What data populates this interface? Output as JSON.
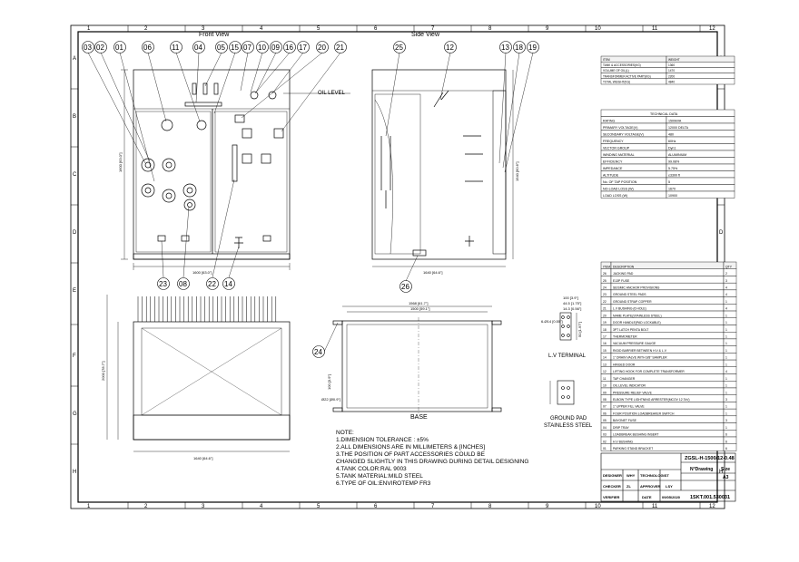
{
  "views": {
    "front": "Front View",
    "side": "Side View",
    "base": "BASE",
    "lv_terminal": "L.V TERMINAL",
    "ground_pad": "GROUND PAD",
    "ground_pad_sub": "STAINLESS STEEL",
    "oil_level": "OIL LEVEL"
  },
  "grid": {
    "cols": [
      "1",
      "2",
      "3",
      "4",
      "5",
      "6",
      "7",
      "8",
      "9",
      "10",
      "11",
      "12"
    ],
    "rows": [
      "A",
      "B",
      "C",
      "D",
      "E",
      "F",
      "G",
      "H"
    ]
  },
  "balloons_front": [
    "03",
    "02",
    "01",
    "06",
    "11",
    "04",
    "05",
    "15",
    "07",
    "10",
    "09",
    "16",
    "17",
    "20",
    "21"
  ],
  "balloons_front_bottom": [
    "23",
    "08",
    "22",
    "14"
  ],
  "balloons_side": [
    "25",
    "12",
    "13",
    "18",
    "19"
  ],
  "balloons_side_bottom": [
    "26"
  ],
  "balloon_base": "24",
  "weight_table": {
    "head": [
      "ITEM",
      "WEIGHT"
    ],
    "rows": [
      [
        "TANK & ACCESSORIES(KG)",
        "1360"
      ],
      [
        "VOLUME OF OIL(L)",
        "1470"
      ],
      [
        "TRANSFORMER ACTIVE PART(KG)",
        "2200"
      ],
      [
        "TOTAL WEIGHT(KG)",
        "4840"
      ]
    ]
  },
  "tech_table": {
    "title": "TECHNICAL DATA",
    "rows": [
      [
        "RATING",
        "1500kVA"
      ],
      [
        "PRIMARY VOLTAGE(V)",
        "12000 DELTA"
      ],
      [
        "SECONDARY VOLTAGE(V)",
        "480"
      ],
      [
        "FREQUENCY",
        "60Hz"
      ],
      [
        "VECTOR GROUP",
        "Dyn1"
      ],
      [
        "WINDING MATERIAL",
        "ALUMINIUM"
      ],
      [
        "EFFICIENCY",
        "99.08%"
      ],
      [
        "IMPEDANCE",
        "5.75%"
      ],
      [
        "ALTITUDE",
        "≤3300 ft"
      ],
      [
        "No. OF TAP POSITION",
        "5"
      ],
      [
        "NO-LOAD LOSS (W)",
        "1670"
      ],
      [
        "LOAD LOSS (W)",
        "10900"
      ]
    ]
  },
  "parts_table": {
    "head": [
      "ITEM",
      "DESCRIPTION",
      "QTY"
    ],
    "rows": [
      [
        "26",
        "JACKING PAD",
        "2"
      ],
      [
        "25",
        "E13P FUSE",
        "3"
      ],
      [
        "24",
        "SEISMIC ANCHOR PROVISIONS",
        "4"
      ],
      [
        "23",
        "GROUND STEEL PADS",
        "4"
      ],
      [
        "22",
        "GROUND STRAP COPPER",
        "1"
      ],
      [
        "21",
        "L.V BUSHING (6 HOLE)",
        "4"
      ],
      [
        "20",
        "NAME PLATE(STAINLESS STEEL)",
        "1"
      ],
      [
        "19",
        "DOOR HANDLE(PAD LOCKABLE)",
        "1"
      ],
      [
        "18",
        "3PT LATCH PENTA BOLT",
        "1"
      ],
      [
        "17",
        "THERMOMETER",
        "1"
      ],
      [
        "16",
        "VACUUM PRESSURE GAUGE",
        "1"
      ],
      [
        "15",
        "RIGID BARRIER BETWEEN H.V & L.V",
        "1"
      ],
      [
        "14",
        "1\" DRAIN VALVE WITH 3/8\" SAMPLER",
        "1"
      ],
      [
        "13",
        "HINGED DOOR",
        "1"
      ],
      [
        "12",
        "LIFTING HOOK FOR COMPLETE TRANSFORMER",
        "4"
      ],
      [
        "11",
        "TAP CHANGER",
        "1"
      ],
      [
        "10",
        "OIL LEVEL INDICATOR",
        "1"
      ],
      [
        "09",
        "PRESSURE RELIEF VALVE",
        "1"
      ],
      [
        "08",
        "ELBOW TYPE LIGHTNING ARRESTER(MCOV 12.7kV)",
        "3"
      ],
      [
        "07",
        "1\" UPPER FILL VALVE",
        "1"
      ],
      [
        "06",
        "FOUR POSITION LOADBREAKER SWITCH",
        "1"
      ],
      [
        "05",
        "BAYONET FUSE",
        "3"
      ],
      [
        "04",
        "DRIP TRAY",
        "1"
      ],
      [
        "03",
        "LOADBREAK BUSHING INSERT",
        "6"
      ],
      [
        "02",
        "H.V BUSHING",
        "6"
      ],
      [
        "01",
        "PARKING STAND BRACKET",
        "6"
      ]
    ]
  },
  "title_block": {
    "drawing_no": "ZGSL-H-1500/12-0.48",
    "n_drawing_label": "N°Drawing",
    "size_label": "Size",
    "size_value": "A3",
    "designer_label": "DESIGNER",
    "designer": "WHY",
    "technologist_label": "TECHNOLOGIST",
    "checker_label": "CHECKER",
    "checker": "ZL",
    "approver_label": "APPROVER",
    "approver": "LSY",
    "verifier_label": "VERIFIER",
    "date_label": "DATE",
    "date": "09/05/2020",
    "doc_no": "1SKT.001.530031"
  },
  "notes": {
    "title": "NOTE:",
    "lines": [
      "1.DIMENSION TOLERANCE : ±5%",
      "2.ALL DIMENSIONS ARE IN MILLIMETERS & [INCHES]",
      "3.THE POSITION OF PART ACCESSORIES COULD BE",
      "CHANGED SLIGHTLY IN THIS DRAWING DURING DETAIL DESIGNING",
      "4.TANK COLOR:RAL 9003",
      "5.TANK MATERIAL:MILD STEEL",
      "6.TYPE OF OIL:ENVIROTEMP FR3"
    ]
  },
  "dims": {
    "front_width": "1600 [63.0\"]",
    "front_height": "1600 [63.0\"]",
    "side_width": "1640 [64.6\"]",
    "side_height": "1540 [60.6\"]",
    "plan_width": "1640 [64.6\"]",
    "plan_depth": "2000 [78.7\"]",
    "base_width": "1568 [61.7\"]",
    "base_inner": "1500 [59.1\"]",
    "base_side": "100 [3.9\"]",
    "base_hole": "Ø22 [Ø0.9\"]",
    "lv_a": "100 [3.9\"]",
    "lv_b": "44.5 [1.75\"]",
    "lv_c": "14.3 [0.56\"]",
    "lv_holes": "6-Ø14 [0.55\"]",
    "lv_d": "50 [1.97\"]"
  },
  "colors": {
    "ink": "#000000",
    "paper": "#ffffff",
    "table_head": "#f2f2f2"
  }
}
